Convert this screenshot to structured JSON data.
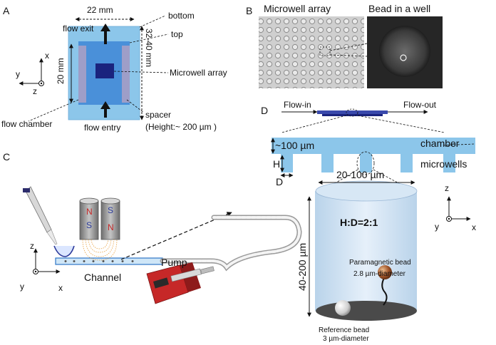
{
  "panels": {
    "a": "A",
    "b": "B",
    "c": "C",
    "d": "D"
  },
  "panel_a": {
    "width_dim": "22 mm",
    "height_dim": "20 mm",
    "length_dim": "32-40 mm",
    "bottom": "bottom",
    "top": "top",
    "flow_exit": "flow exit",
    "flow_entry": "flow entry",
    "microwell_array": "Microwell array",
    "flow_chamber": "flow chamber",
    "spacer": "spacer",
    "spacer_height": "(Height:~ 200 µm )",
    "axis_x": "x",
    "axis_y": "y",
    "axis_z": "z"
  },
  "panel_b": {
    "title_left": "Microwell array",
    "title_right": "Bead in a well"
  },
  "panel_c": {
    "magnet_left_top": "N",
    "magnet_left_bottom": "S",
    "magnet_right_top": "S",
    "magnet_right_bottom": "N",
    "channel": "Channel",
    "pump": "Pump",
    "axis_z": "z",
    "axis_y": "y",
    "axis_x": "x"
  },
  "panel_d": {
    "flow_in": "Flow-in",
    "flow_out": "Flow-out",
    "chamber_height": "~100 µm",
    "chamber": "chamber",
    "microwells": "microwells",
    "H": "H",
    "D": "D",
    "diameter_range": "20-100 µm",
    "height_range": "40-200 µm",
    "ratio": "H:D=2:1",
    "paramagnetic_bead": "Paramagnetic bead",
    "paramagnetic_diameter": "2.8 µm-diameter",
    "reference_bead": "Reference bead",
    "reference_diameter": "3 µm-diameter",
    "axis_z": "z",
    "axis_y": "y",
    "axis_x": "x"
  },
  "colors": {
    "chamber_blue": "#8cc6ea",
    "top_blue": "#4a90d9",
    "array_navy": "#1a237e",
    "spacer_gray": "#9e9ec8",
    "magnet_gray": "#8a8a8a",
    "pump_red": "#c62828"
  }
}
